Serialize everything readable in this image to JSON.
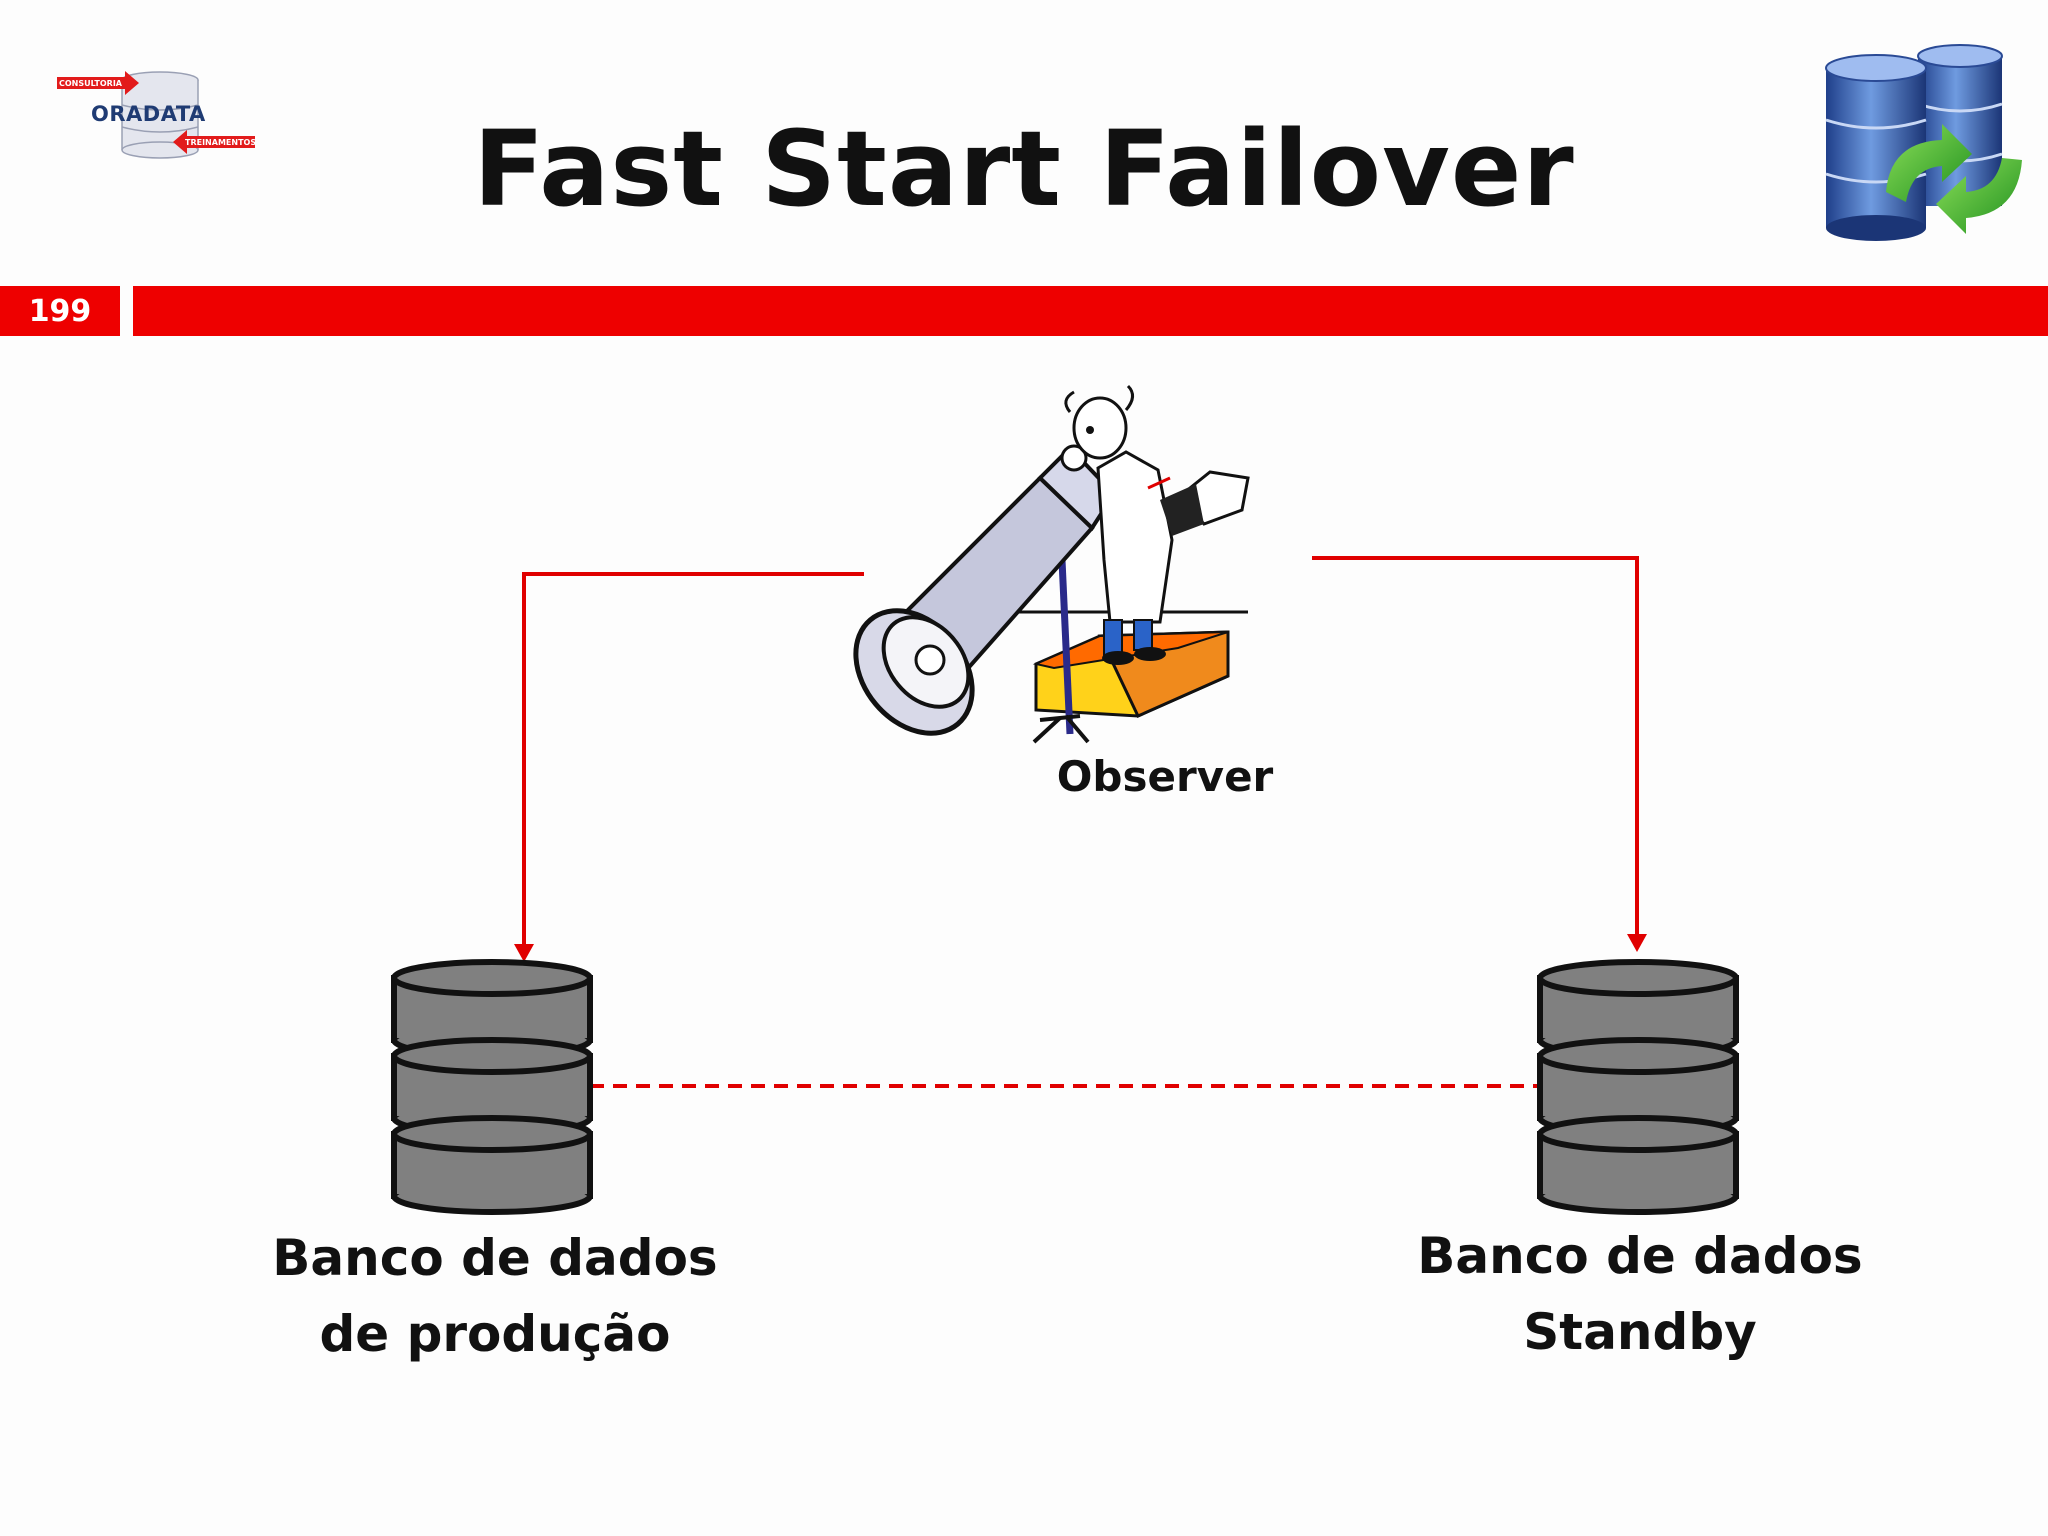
{
  "header": {
    "title": "Fast Start Failover",
    "logo": {
      "brand": "ORADATA",
      "tag_top": "CONSULTORIA",
      "tag_bottom": "TREINAMENTOS"
    },
    "icon": "database-sync-icon",
    "page_number": "199"
  },
  "diagram": {
    "observer": {
      "label": "Observer",
      "icon": "astronomer-telescope-icon"
    },
    "primary_db": {
      "line1": "Banco de dados",
      "line2": "de produção",
      "icon": "database-stack-icon"
    },
    "standby_db": {
      "line1": "Banco de dados",
      "line2": "Standby",
      "icon": "database-stack-icon"
    }
  },
  "colors": {
    "accent_red": "#ee0000",
    "db_gray": "#808080",
    "text": "#111111"
  }
}
